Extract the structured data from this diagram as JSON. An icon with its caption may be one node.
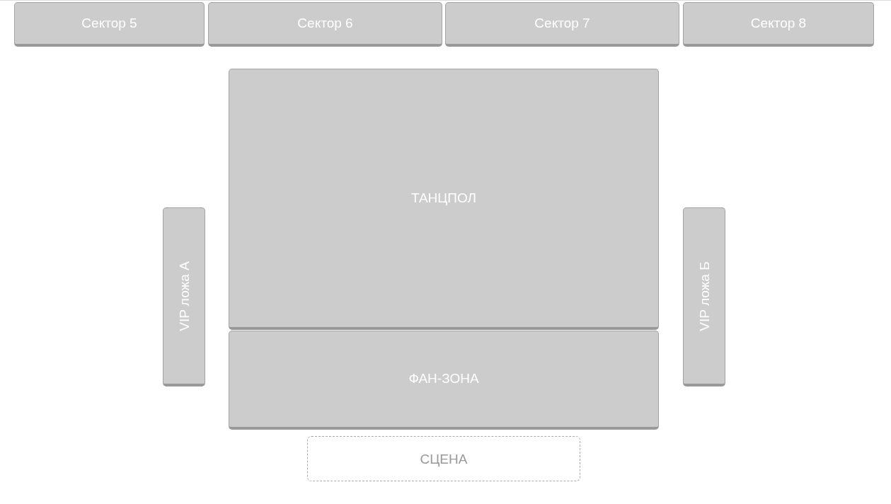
{
  "diagram": {
    "nodes": [
      {
        "text": [
          "Сектор 5"
        ]
      },
      {
        "text": [
          "Сектор 6"
        ]
      },
      {
        "text": [
          "Сектор 7"
        ]
      },
      {
        "text": [
          "Сектор 8"
        ]
      },
      {
        "text": [
          "ТАНЦПОЛ"
        ]
      },
      {
        "text": [
          "ФАН-ЗОНА"
        ]
      },
      {
        "text": [
          "VIP ложа А"
        ]
      },
      {
        "text": [
          "VIP ложа Б"
        ]
      },
      {
        "text": [
          "СЦЕНА"
        ]
      }
    ]
  }
}
